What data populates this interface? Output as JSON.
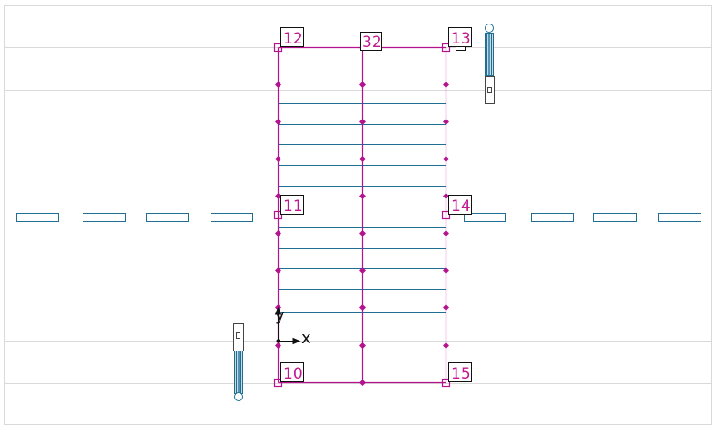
{
  "colors": {
    "frame": "#d9d9d9",
    "structure": "#b5138e",
    "members": "#1f6f95",
    "label_box": "#111111",
    "label_text": "#c0198f",
    "axis": "#111111"
  },
  "nodes": {
    "n10": "10",
    "n11": "11",
    "n12": "12",
    "n13": "13",
    "n14": "14",
    "n15": "15",
    "n32": "32"
  },
  "axes": {
    "x": "x",
    "y": "y"
  }
}
